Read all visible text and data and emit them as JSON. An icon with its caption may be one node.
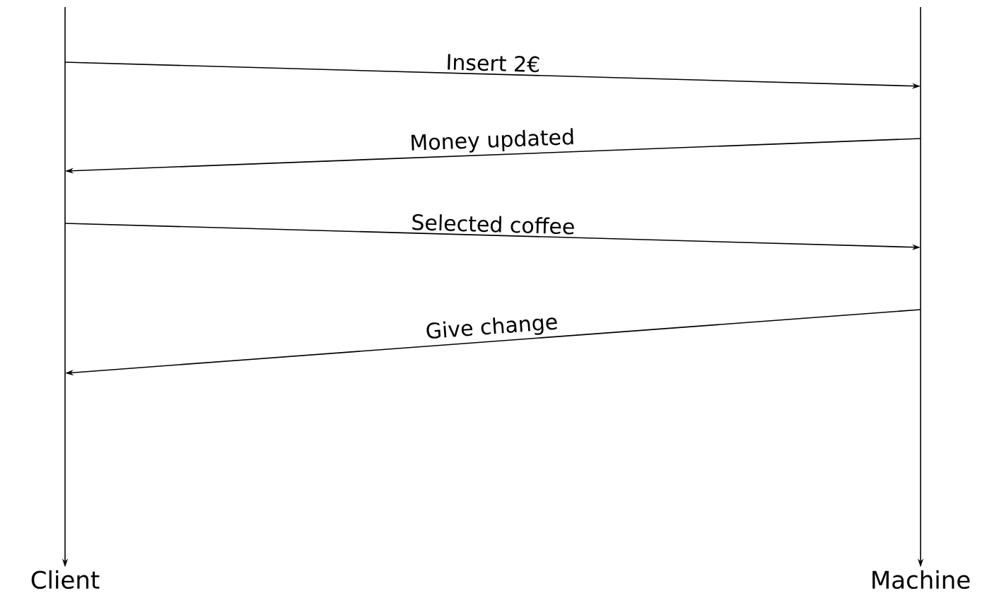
{
  "diagram": {
    "nodes": [
      {
        "text": [
          "Client"
        ]
      },
      {
        "text": [
          "Machine"
        ]
      }
    ],
    "edges": [
      {
        "from": 0,
        "to": 1,
        "arrow": "to",
        "label": "Insert 2€"
      },
      {
        "from": 1,
        "to": 0,
        "arrow": "to",
        "label": "Money updated"
      },
      {
        "from": 0,
        "to": 1,
        "arrow": "to",
        "label": "Selected coffee"
      },
      {
        "from": 1,
        "to": 0,
        "arrow": "to",
        "label": "Give change"
      }
    ]
  }
}
